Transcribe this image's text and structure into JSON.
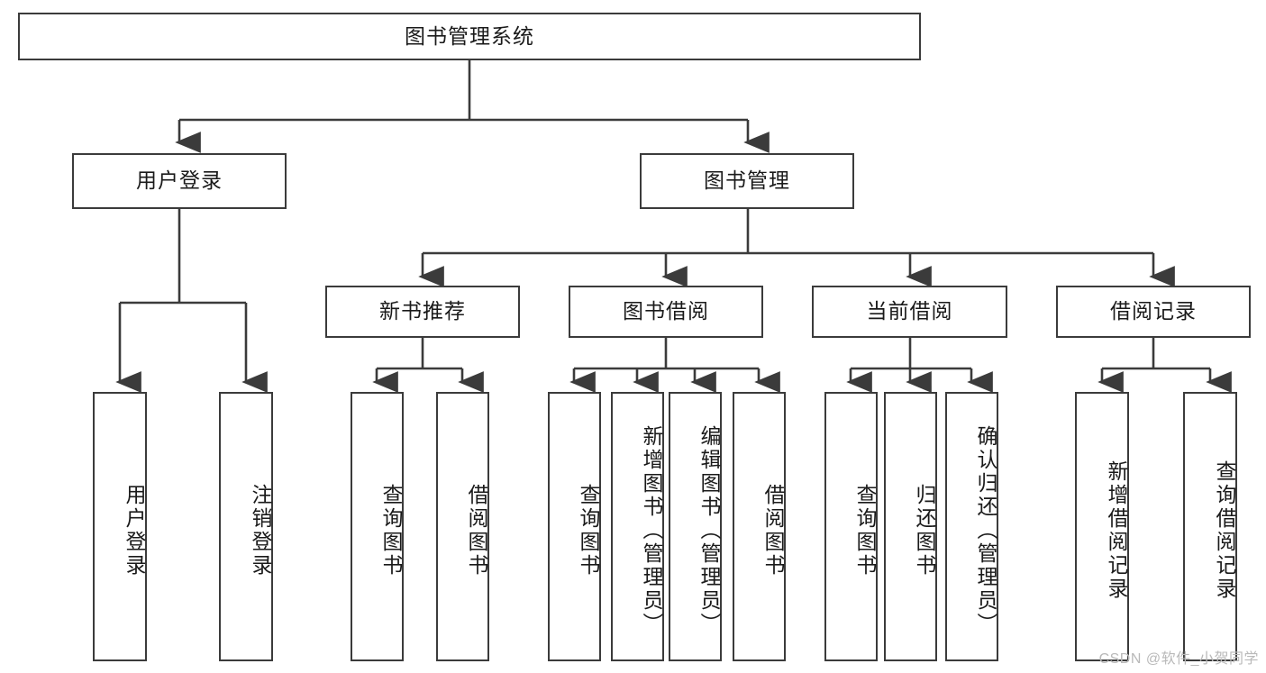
{
  "diagram": {
    "title": "图书管理系统",
    "type": "hierarchy-tree",
    "colors": {
      "box_border": "#3b3b3b",
      "box_fill": "#ffffff",
      "line": "#3b3b3b",
      "text": "#1a1a1a",
      "watermark": "#b9b9b9"
    },
    "nodes": {
      "root": "图书管理系统",
      "level2": {
        "user_login": "用户登录",
        "book_manage": "图书管理"
      },
      "level3": {
        "new_book_recommend": "新书推荐",
        "book_borrow": "图书借阅",
        "current_borrow": "当前借阅",
        "borrow_record": "借阅记录"
      },
      "leaves": {
        "user_login_children": [
          "用户登录",
          "注销登录"
        ],
        "new_book_recommend_children": [
          "查询图书",
          "借阅图书"
        ],
        "book_borrow_children": [
          "查询图书",
          "新增图书（管理员）",
          "编辑图书（管理员）",
          "借阅图书"
        ],
        "current_borrow_children": [
          "查询图书",
          "归还图书",
          "确认归还（管理员）"
        ],
        "borrow_record_children": [
          "新增借阅记录",
          "查询借阅记录"
        ]
      }
    },
    "watermark": "CSDN @软件_小贺同学"
  }
}
